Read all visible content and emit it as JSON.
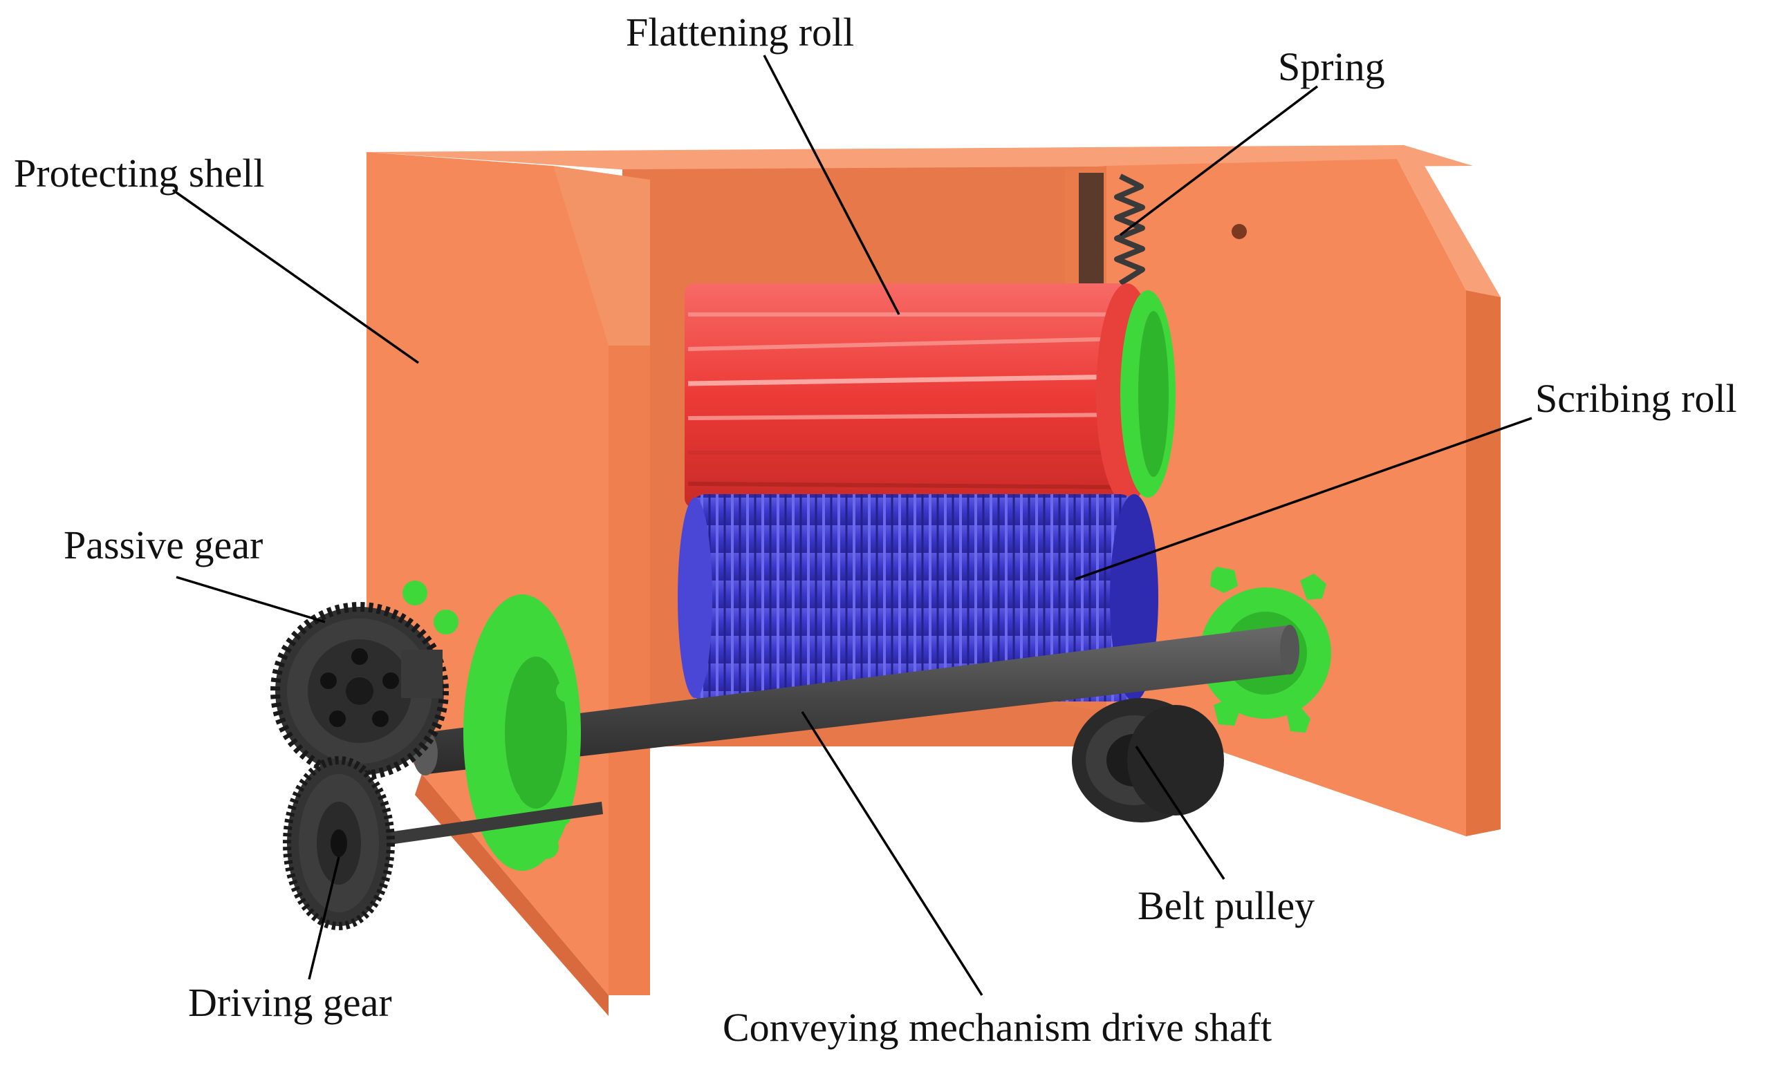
{
  "labels": {
    "flattening_roll": "Flattening roll",
    "spring": "Spring",
    "protecting_shell": "Protecting shell",
    "scribing_roll": "Scribing roll",
    "passive_gear": "Passive gear",
    "belt_pulley": "Belt pulley",
    "driving_gear": "Driving gear",
    "drive_shaft": "Conveying mechanism drive shaft"
  },
  "colors": {
    "shell": "#f5895a",
    "shell_dark": "#e07448",
    "shell_light": "#f9a37c",
    "flattening_roll": "#ef3e3a",
    "scribing_roll": "#3a36c8",
    "bearing": "#3fd83a",
    "gear": "#3a3a3a",
    "shaft": "#474747",
    "leader": "#000000"
  }
}
